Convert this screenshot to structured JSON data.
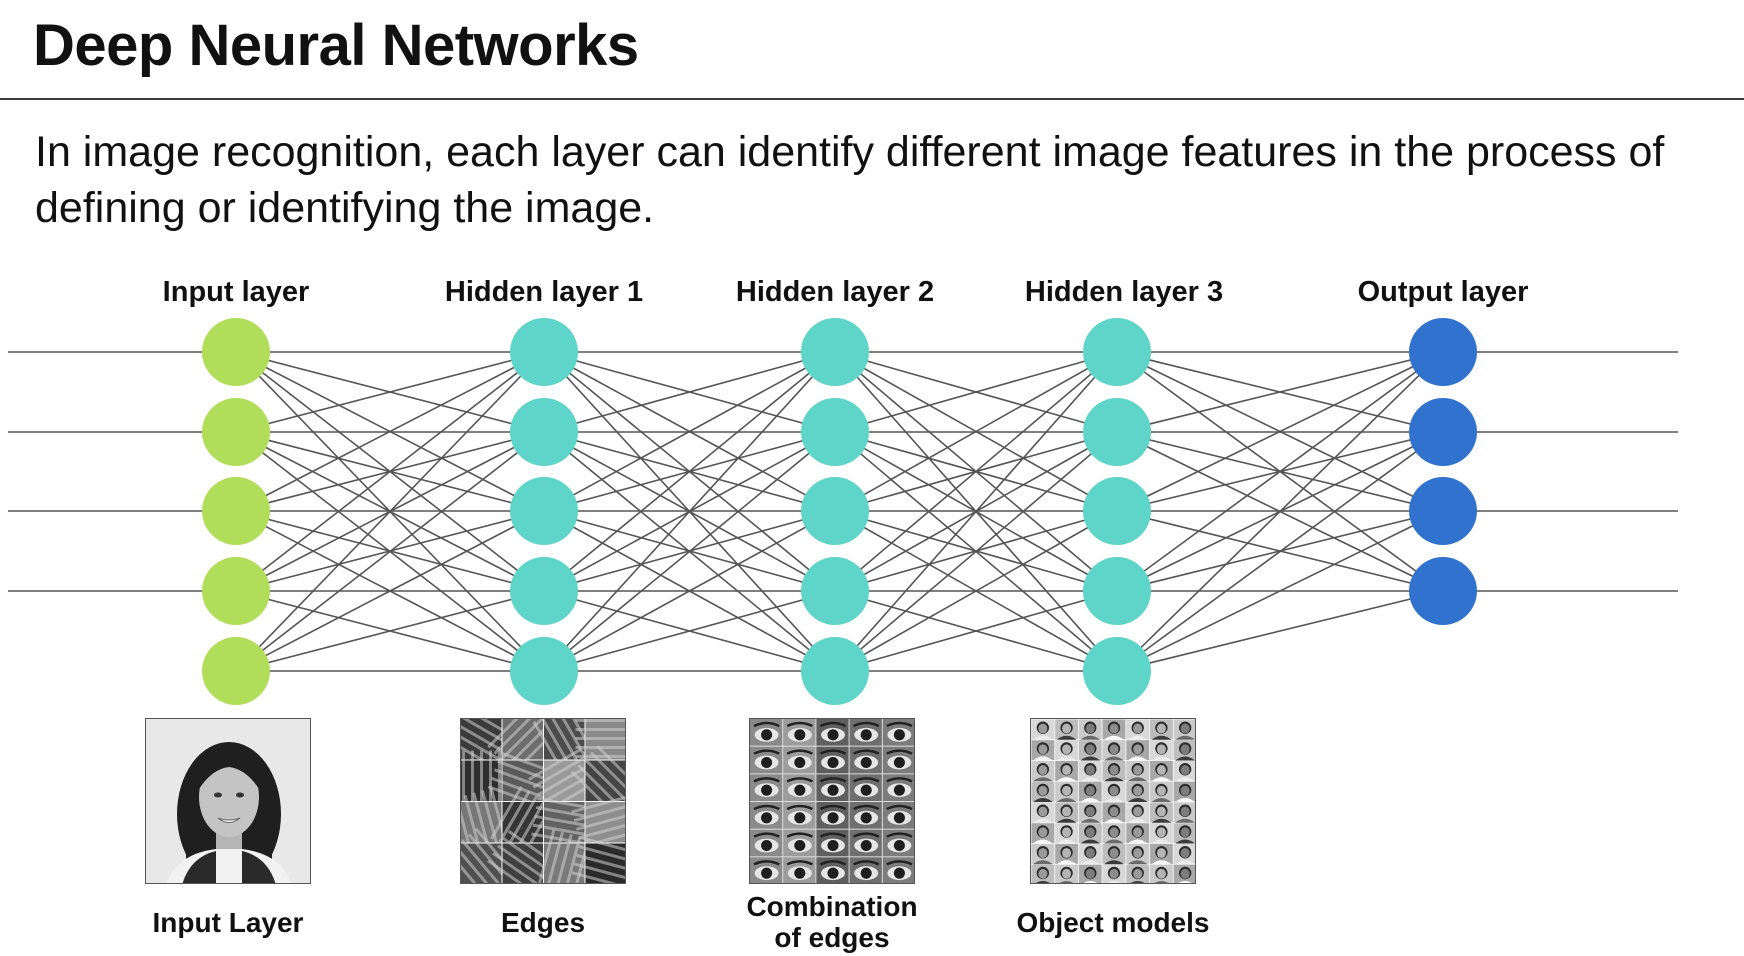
{
  "slide": {
    "title": "Deep Neural Networks",
    "intro": "In image recognition, each layer can identify different image features in the process of defining or identifying the image."
  },
  "network": {
    "layers": [
      {
        "label": "Input layer",
        "nodes": 5,
        "color": "#b0de5a",
        "kind": "input"
      },
      {
        "label": "Hidden layer 1",
        "nodes": 5,
        "color": "#5fd4c8",
        "kind": "hidden"
      },
      {
        "label": "Hidden layer 2",
        "nodes": 5,
        "color": "#5fd4c8",
        "kind": "hidden"
      },
      {
        "label": "Hidden layer 3",
        "nodes": 5,
        "color": "#5fd4c8",
        "kind": "hidden"
      },
      {
        "label": "Output layer",
        "nodes": 4,
        "color": "#3172cf",
        "kind": "output"
      }
    ],
    "edge_color": "#555555"
  },
  "thumbnails": [
    {
      "caption": "Input Layer",
      "icon": "portrait-photo-icon"
    },
    {
      "caption": "Edges",
      "icon": "edge-patches-icon"
    },
    {
      "caption": "Combination of edges",
      "caption_line1": "Combination",
      "caption_line2": "of edges",
      "icon": "eye-patches-icon"
    },
    {
      "caption": "Object models",
      "icon": "face-grid-icon"
    }
  ]
}
